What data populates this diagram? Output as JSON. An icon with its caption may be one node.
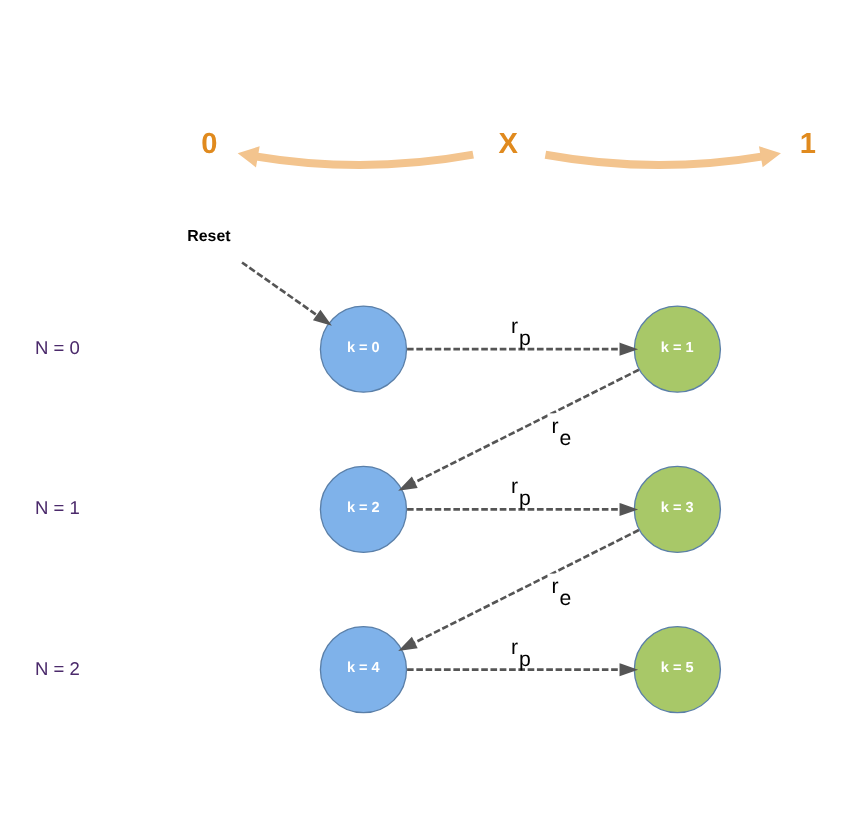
{
  "diagram": {
    "nodes": [
      {
        "text": [
          "0"
        ]
      },
      {
        "text": [
          "X"
        ]
      },
      {
        "text": [
          "1"
        ]
      },
      {
        "text": [
          "Reset"
        ]
      },
      {
        "text": [
          "k = 0"
        ]
      },
      {
        "text": [
          "k = 1"
        ]
      },
      {
        "text": [
          "k = 2"
        ]
      },
      {
        "text": [
          "k = 3"
        ]
      },
      {
        "text": [
          "k = 4"
        ]
      },
      {
        "text": [
          "k = 5"
        ]
      }
    ],
    "edges": [
      {
        "from": 1,
        "to": 0,
        "arrow": "to",
        "style": "thick",
        "color": "#f3c48e"
      },
      {
        "from": 1,
        "to": 2,
        "arrow": "to",
        "style": "thick",
        "color": "#f3c48e"
      },
      {
        "from": 3,
        "to": 4,
        "arrow": "to",
        "style": "dashed"
      },
      {
        "from": 4,
        "to": 5,
        "arrow": "to",
        "style": "dashed",
        "label": "r$_{p}$"
      },
      {
        "from": 5,
        "to": 6,
        "arrow": "to",
        "style": "dashed",
        "label": "r$_{e}$"
      },
      {
        "from": 6,
        "to": 7,
        "arrow": "to",
        "style": "dashed",
        "label": "r$_{p}$"
      },
      {
        "from": 7,
        "to": 8,
        "arrow": "to",
        "style": "dashed",
        "label": "r$_{e}$"
      },
      {
        "from": 8,
        "to": 9,
        "arrow": "to",
        "style": "dashed",
        "label": "r$_{p}$"
      }
    ],
    "labels": [
      "N = 0",
      "N = 1",
      "N = 2"
    ]
  }
}
